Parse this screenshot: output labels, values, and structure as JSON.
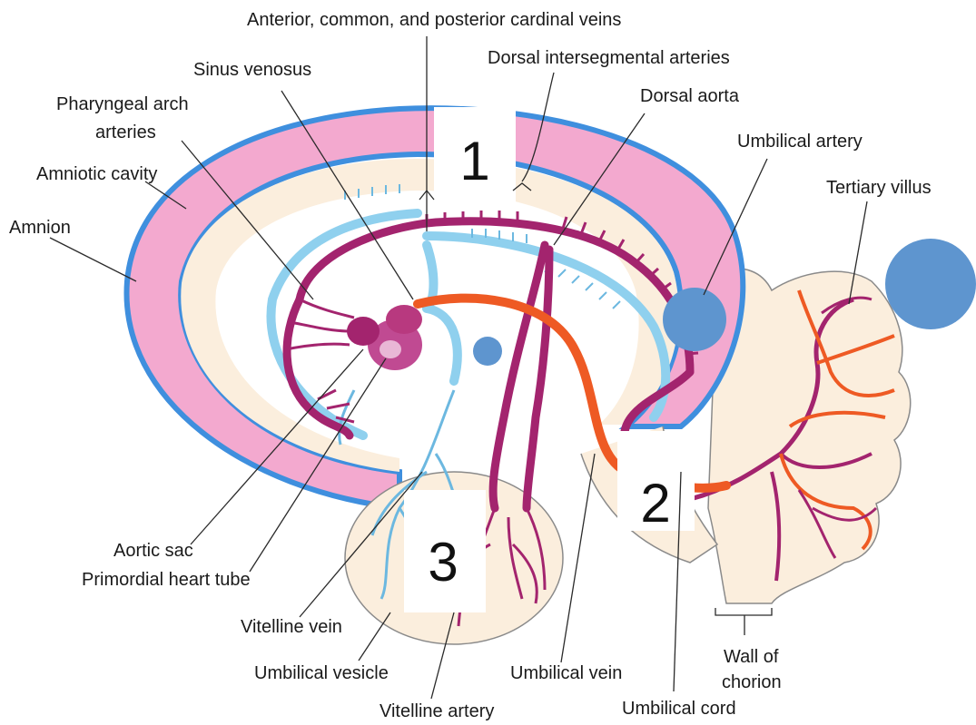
{
  "colors": {
    "amnion_blue": "#3f8fde",
    "amniotic_pink": "#f3a9cf",
    "embryo_cream": "#fbeedd",
    "vein_blue": "#8fd0ee",
    "artery_magenta": "#a3246e",
    "umbilical_vein_orange": "#ee5a24",
    "marker_blue": "#5e95cf"
  },
  "labels": {
    "cardinal_veins": "Anterior, common, and posterior cardinal veins",
    "sinus_venosus": "Sinus venosus",
    "dorsal_intersegmental": "Dorsal intersegmental arteries",
    "pharyngeal_1": "Pharyngeal arch",
    "pharyngeal_2": "arteries",
    "dorsal_aorta": "Dorsal aorta",
    "umbilical_artery": "Umbilical artery",
    "amniotic_cavity": "Amniotic cavity",
    "tertiary_villus": "Tertiary villus",
    "amnion": "Amnion",
    "aortic_sac": "Aortic sac",
    "primordial_heart_tube": "Primordial heart tube",
    "vitelline_vein": "Vitelline vein",
    "umbilical_vesicle": "Umbilical vesicle",
    "umbilical_vein": "Umbilical vein",
    "wall_of_chorion_1": "Wall of",
    "wall_of_chorion_2": "chorion",
    "vitelline_artery": "Vitelline artery",
    "umbilical_cord": "Umbilical cord"
  },
  "markers": {
    "box_1": "1",
    "box_2": "2",
    "box_3": "3"
  }
}
